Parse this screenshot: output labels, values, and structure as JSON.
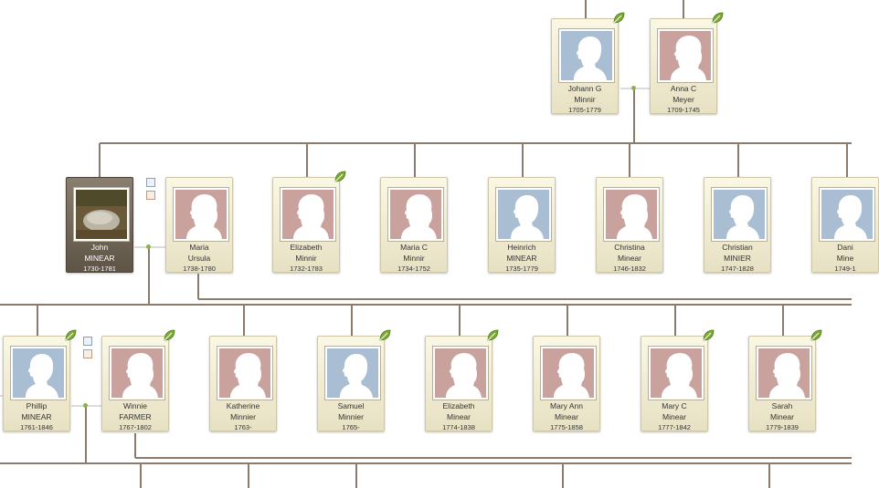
{
  "colors": {
    "line": "#8c7a6a",
    "male_photo": "#a9bdd3",
    "female_photo": "#c9a19d",
    "leaf": "#7aab2e",
    "selected_card": "#6d6354"
  },
  "people": [
    {
      "id": "johann",
      "name1": "Johann G",
      "name2": "Minnir",
      "dates": "1705-1779",
      "sex": "male",
      "hint": true
    },
    {
      "id": "anna",
      "name1": "Anna C",
      "name2": "Meyer",
      "dates": "1709-1745",
      "sex": "female",
      "hint": true
    },
    {
      "id": "john",
      "name1": "John",
      "name2": "MINEAR",
      "dates": "1730-1781",
      "sex": "male",
      "hint": false,
      "selected": true,
      "photo": "stone"
    },
    {
      "id": "maria_ursula",
      "name1": "Maria",
      "name2": "Ursula",
      "dates": "1738-1780",
      "sex": "female",
      "hint": false
    },
    {
      "id": "elizabeth_minnir",
      "name1": "Elizabeth",
      "name2": "Minnir",
      "dates": "1732-1783",
      "sex": "female",
      "hint": true
    },
    {
      "id": "maria_c",
      "name1": "Maria C",
      "name2": "Minnir",
      "dates": "1734-1752",
      "sex": "female",
      "hint": false
    },
    {
      "id": "heinrich",
      "name1": "Heinrich",
      "name2": "MINEAR",
      "dates": "1735-1779",
      "sex": "male",
      "hint": false
    },
    {
      "id": "christina",
      "name1": "Christina",
      "name2": "Minear",
      "dates": "1746-1832",
      "sex": "female",
      "hint": false
    },
    {
      "id": "christian",
      "name1": "Christian",
      "name2": "MINIER",
      "dates": "1747-1828",
      "sex": "male",
      "hint": false
    },
    {
      "id": "daniel",
      "name1": "Dani",
      "name2": "Mine",
      "dates": "1749-1",
      "sex": "male",
      "hint": false
    },
    {
      "id": "phillip",
      "name1": "Phillip",
      "name2": "MINEAR",
      "dates": "1761-1846",
      "sex": "male",
      "hint": true
    },
    {
      "id": "winnie",
      "name1": "Winnie",
      "name2": "FARMER",
      "dates": "1767-1802",
      "sex": "female",
      "hint": true
    },
    {
      "id": "katherine",
      "name1": "Katherine",
      "name2": "Minnier",
      "dates": "1763-",
      "sex": "female",
      "hint": false
    },
    {
      "id": "samuel",
      "name1": "Samuel",
      "name2": "Minnier",
      "dates": "1765-",
      "sex": "male",
      "hint": true
    },
    {
      "id": "elizabeth_minear",
      "name1": "Elizabeth",
      "name2": "Minear",
      "dates": "1774-1838",
      "sex": "female",
      "hint": true
    },
    {
      "id": "mary_ann",
      "name1": "Mary Ann",
      "name2": "Minear",
      "dates": "1775-1858",
      "sex": "female",
      "hint": false
    },
    {
      "id": "mary_c",
      "name1": "Mary C",
      "name2": "Minear",
      "dates": "1777-1842",
      "sex": "female",
      "hint": true
    },
    {
      "id": "sarah",
      "name1": "Sarah",
      "name2": "Minear",
      "dates": "1779-1839",
      "sex": "female",
      "hint": true
    }
  ]
}
